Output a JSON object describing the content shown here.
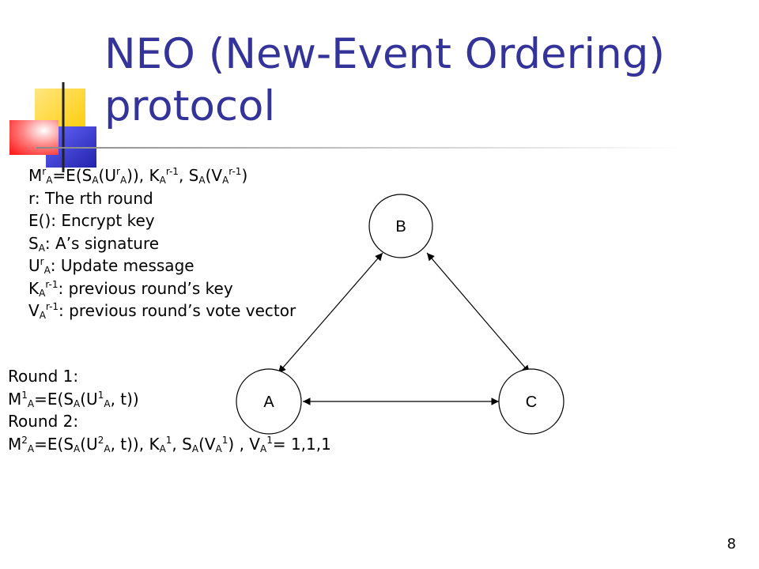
{
  "slide": {
    "title_line1": "NEO (New-Event Ordering)",
    "title_line2": "protocol",
    "page_number": "8"
  },
  "definitions": [
    {
      "parts": [
        [
          "t",
          "M"
        ],
        [
          "sup",
          "r"
        ],
        [
          "sub",
          "A"
        ],
        [
          "t",
          "=E(S"
        ],
        [
          "sub",
          "A"
        ],
        [
          "t",
          "(U"
        ],
        [
          "sup",
          "r"
        ],
        [
          "sub",
          "A"
        ],
        [
          "t",
          ")), K"
        ],
        [
          "sub",
          "A"
        ],
        [
          "sup",
          "r-1"
        ],
        [
          "t",
          ", S"
        ],
        [
          "sub",
          "A"
        ],
        [
          "t",
          "(V"
        ],
        [
          "sub",
          "A"
        ],
        [
          "sup",
          "r-1"
        ],
        [
          "t",
          ")"
        ]
      ]
    },
    {
      "parts": [
        [
          "t",
          "r: The rth round"
        ]
      ]
    },
    {
      "parts": [
        [
          "t",
          "E(): Encrypt key"
        ]
      ]
    },
    {
      "parts": [
        [
          "t",
          "S"
        ],
        [
          "sub",
          "A"
        ],
        [
          "t",
          ": A’s signature"
        ]
      ]
    },
    {
      "parts": [
        [
          "t",
          "U"
        ],
        [
          "sup",
          "r"
        ],
        [
          "sub",
          "A"
        ],
        [
          "t",
          ": Update message"
        ]
      ]
    },
    {
      "parts": [
        [
          "t",
          "K"
        ],
        [
          "sub",
          "A"
        ],
        [
          "sup",
          "r-1"
        ],
        [
          "t",
          ": previous round’s key"
        ]
      ]
    },
    {
      "parts": [
        [
          "t",
          "V"
        ],
        [
          "sub",
          "A"
        ],
        [
          "sup",
          "r-1"
        ],
        [
          "t",
          ": previous round’s vote vector"
        ]
      ]
    }
  ],
  "rounds": [
    {
      "parts": [
        [
          "t",
          "Round 1:"
        ]
      ]
    },
    {
      "parts": [
        [
          "t",
          "M"
        ],
        [
          "sup",
          "1"
        ],
        [
          "sub",
          "A"
        ],
        [
          "t",
          "=E(S"
        ],
        [
          "sub",
          "A"
        ],
        [
          "t",
          "(U"
        ],
        [
          "sup",
          "1"
        ],
        [
          "sub",
          "A"
        ],
        [
          "t",
          ", t))"
        ]
      ]
    },
    {
      "parts": [
        [
          "t",
          "Round 2:"
        ]
      ]
    },
    {
      "parts": [
        [
          "t",
          "M"
        ],
        [
          "sup",
          "2"
        ],
        [
          "sub",
          "A"
        ],
        [
          "t",
          "=E(S"
        ],
        [
          "sub",
          "A"
        ],
        [
          "t",
          "(U"
        ],
        [
          "sup",
          "2"
        ],
        [
          "sub",
          "A"
        ],
        [
          "t",
          ", t)), K"
        ],
        [
          "sub",
          "A"
        ],
        [
          "sup",
          "1"
        ],
        [
          "t",
          ", S"
        ],
        [
          "sub",
          "A"
        ],
        [
          "t",
          "(V"
        ],
        [
          "sub",
          "A"
        ],
        [
          "sup",
          "1"
        ],
        [
          "t",
          ") , V"
        ],
        [
          "sub",
          "A"
        ],
        [
          "sup",
          "1"
        ],
        [
          "t",
          "= 1,1,1"
        ]
      ]
    }
  ],
  "diagram": {
    "nodes": {
      "a": "A",
      "b": "B",
      "c": "C"
    }
  },
  "colors": {
    "title": "#333399",
    "accent_yellow": "#ffcc00",
    "accent_blue": "#3333cc",
    "accent_red": "#ff3333"
  }
}
